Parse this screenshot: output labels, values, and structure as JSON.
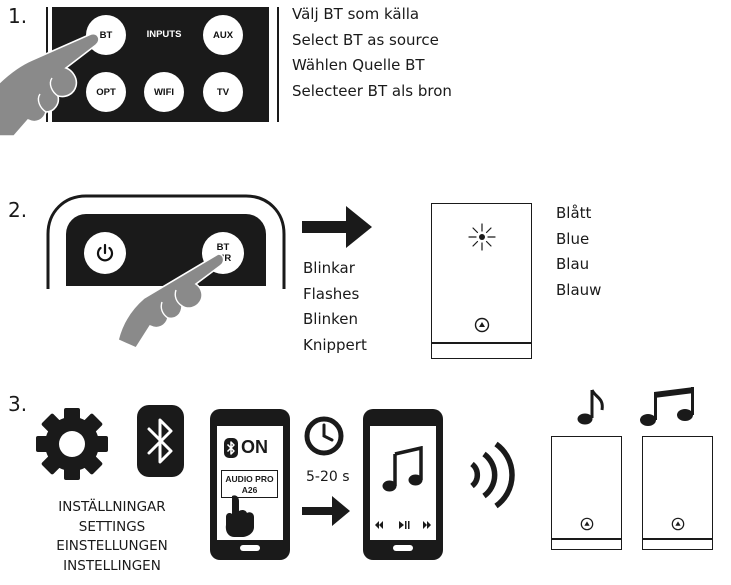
{
  "step1": {
    "number": "1.",
    "buttons": {
      "bt": "BT",
      "inputs": "INPUTS",
      "aux": "AUX",
      "opt": "OPT",
      "wifi": "WIFI",
      "tv": "TV"
    },
    "instructions": [
      "Välj BT som källa",
      "Select BT as source",
      "Wählen Quelle BT",
      "Selecteer BT als bron"
    ]
  },
  "step2": {
    "number": "2.",
    "button_line1": "BT",
    "button_line2": "AIR",
    "flash_text": [
      "Blinkar",
      "Flashes",
      "Blinken",
      "Knippert"
    ],
    "color_text": [
      "Blått",
      "Blue",
      "Blau",
      "Blauw"
    ]
  },
  "step3": {
    "number": "3.",
    "settings_text": [
      "INSTÄLLNINGAR",
      "SETTINGS",
      "EINSTELLUNGEN",
      "INSTELLINGEN"
    ],
    "bt_on": "ON",
    "device_name_line1": "AUDIO PRO",
    "device_name_line2": "A26",
    "wait_time": "5-20 s"
  },
  "colors": {
    "ink": "#1a1a1a",
    "hand": "#8a8a8a",
    "led": "#1a1a1a"
  }
}
